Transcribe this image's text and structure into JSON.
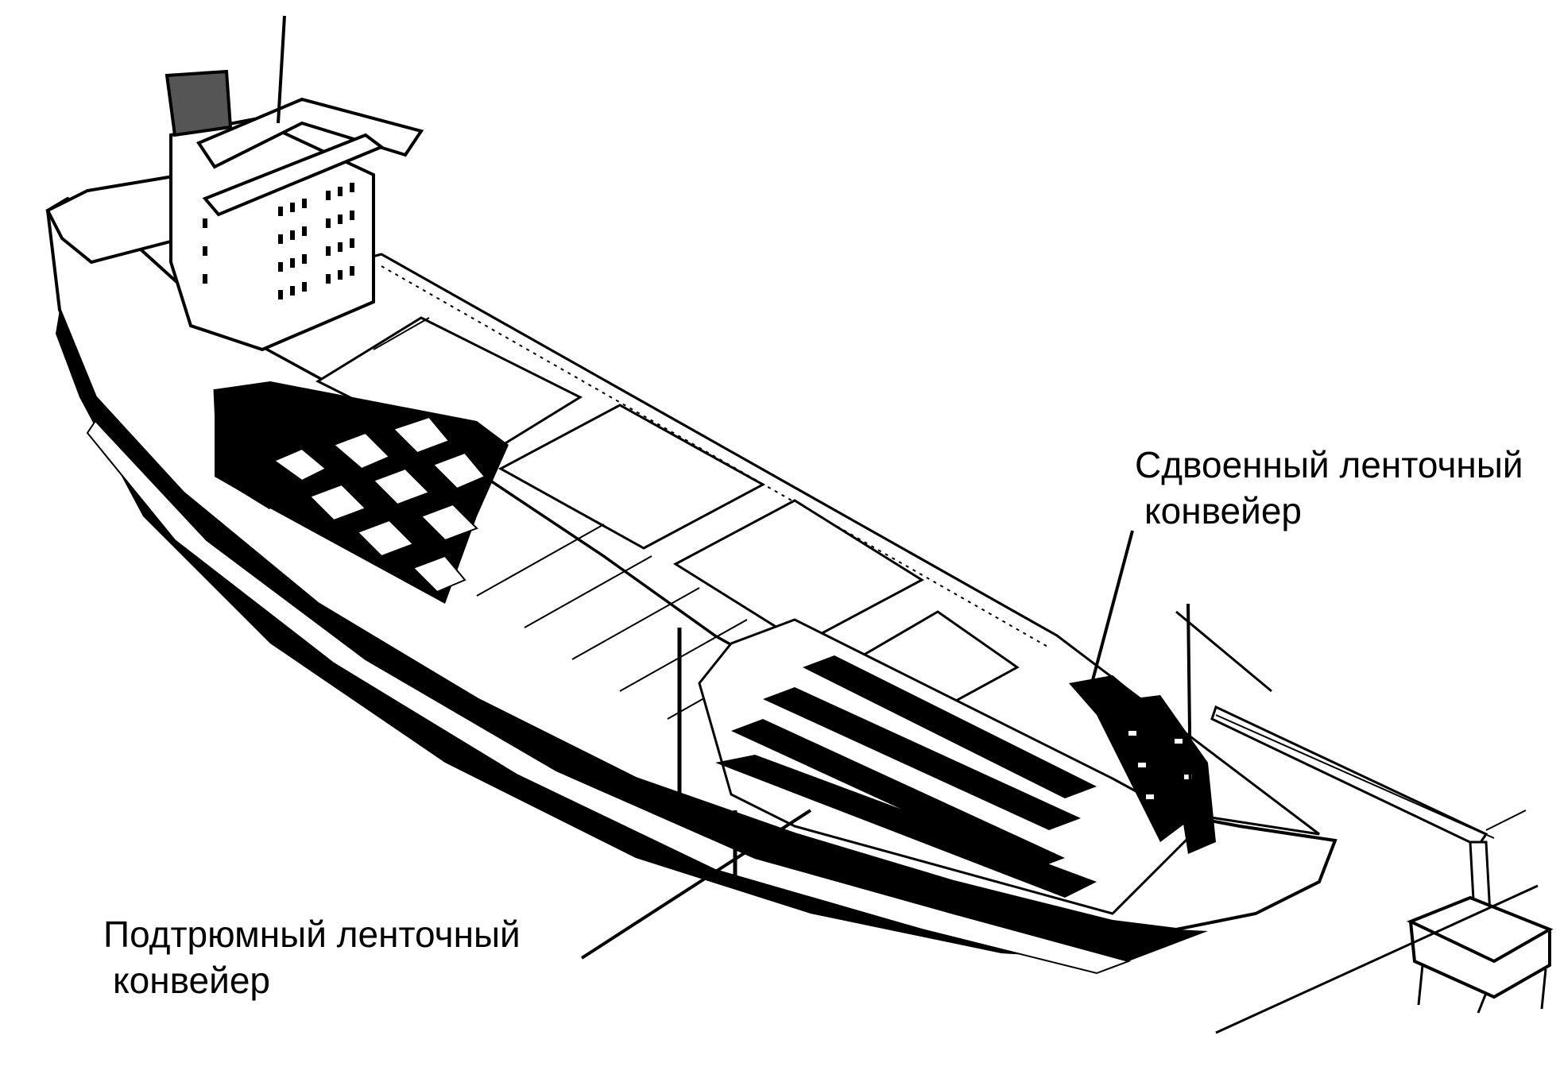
{
  "labels": {
    "double_conveyor": {
      "line1": "Сдвоенный ленточный",
      "line2": "конвейер"
    },
    "underhold_conveyor": {
      "line1": "Подтрюмный ленточный",
      "line2": "конвейер"
    }
  },
  "colors": {
    "ink": "#000000",
    "paper": "#ffffff"
  }
}
